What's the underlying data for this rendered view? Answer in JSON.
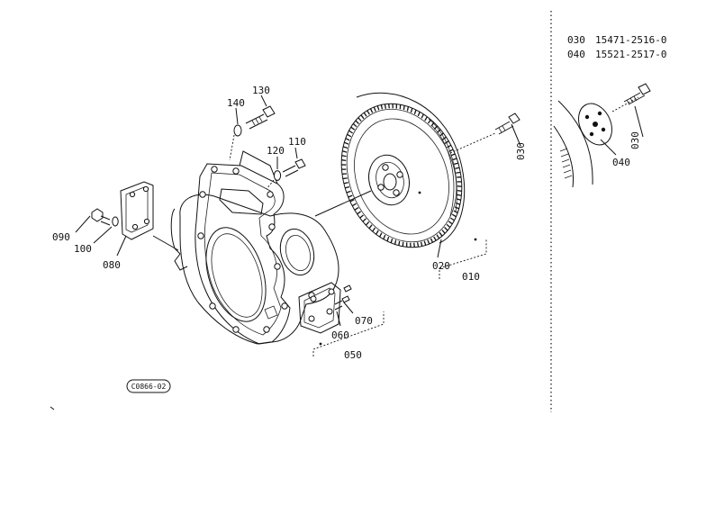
{
  "callouts": {
    "c010": "010",
    "c020": "020",
    "c030": "030",
    "c050": "050",
    "c060": "060",
    "c070": "070",
    "c080": "080",
    "c090": "090",
    "c100": "100",
    "c110": "110",
    "c120": "120",
    "c130": "130",
    "c140": "140"
  },
  "detail": {
    "c030": "030",
    "c040": "040"
  },
  "parts_table": [
    {
      "ref": "030",
      "part_no": "15471-2516-0"
    },
    {
      "ref": "040",
      "part_no": "15521-2517-0"
    }
  ],
  "drawing_code": "C0866-02"
}
